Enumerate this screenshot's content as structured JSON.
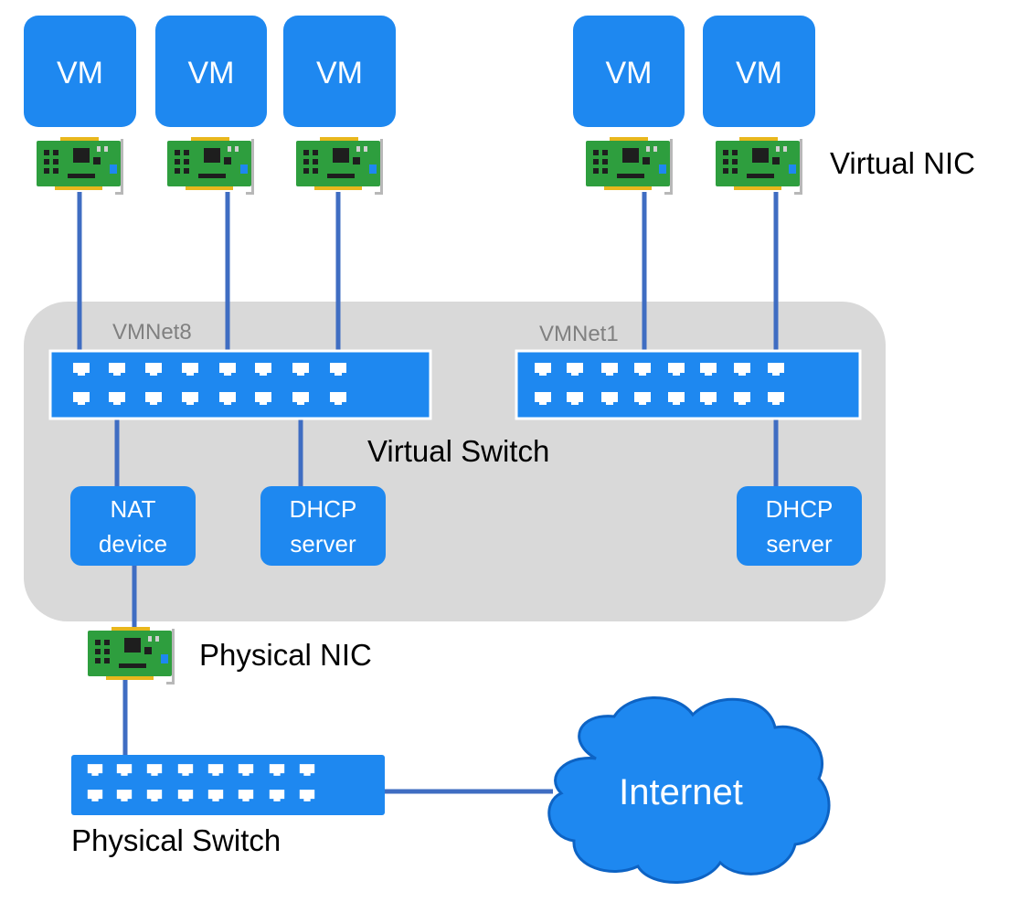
{
  "vms": [
    {
      "label": "VM"
    },
    {
      "label": "VM"
    },
    {
      "label": "VM"
    },
    {
      "label": "VM"
    },
    {
      "label": "VM"
    }
  ],
  "labels": {
    "virtual_nic": "Virtual NIC",
    "vmnet8": "VMNet8",
    "vmnet1": "VMNet1",
    "virtual_switch": "Virtual Switch",
    "physical_nic": "Physical NIC",
    "physical_switch": "Physical Switch",
    "internet": "Internet"
  },
  "devices": {
    "nat": [
      "NAT",
      "device"
    ],
    "dhcp_vmnet8": [
      "DHCP",
      "server"
    ],
    "dhcp_vmnet1": [
      "DHCP",
      "server"
    ]
  },
  "colors": {
    "vm_fill": "#1e88f0",
    "link": "#3f6dc2",
    "panel": "#d9d9d9",
    "switch": "#1e88f0",
    "pcb": "#2e9e3e"
  },
  "icons": {
    "nic": "network-card-icon",
    "switch": "ethernet-switch-icon",
    "cloud": "cloud-icon"
  }
}
